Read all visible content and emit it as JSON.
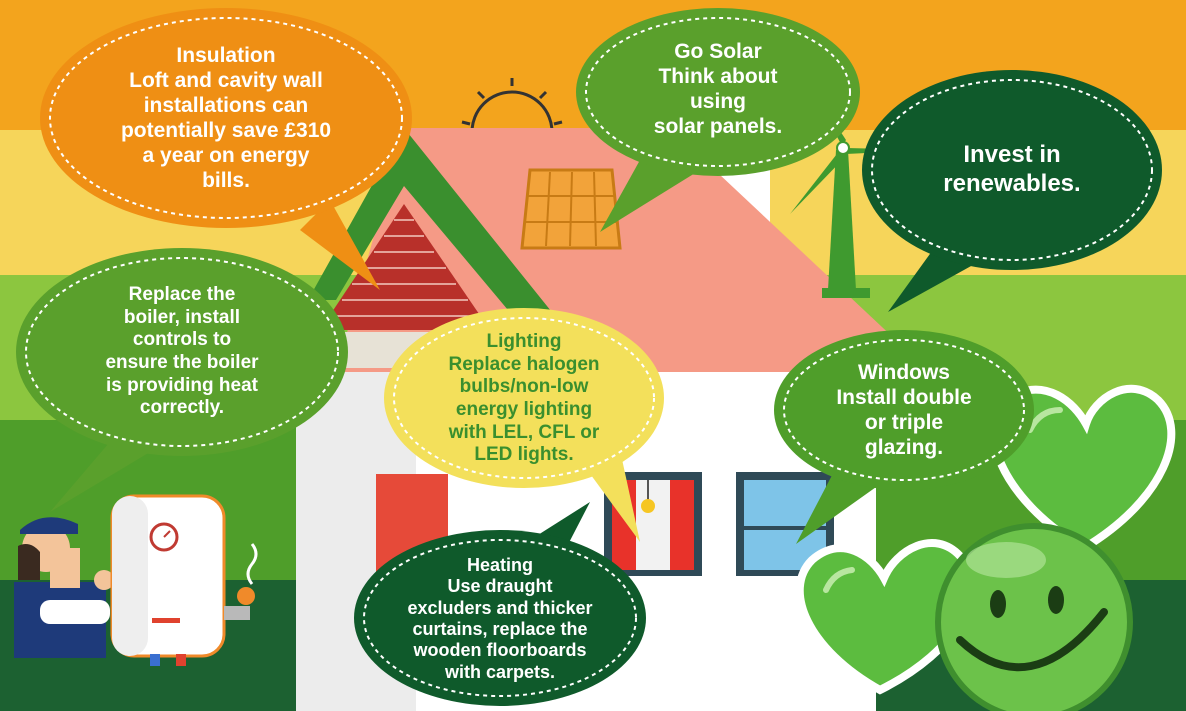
{
  "colors": {
    "band_orange": "#f3a41d",
    "band_yellow": "#f6d55a",
    "band_light_green": "#8cc63f",
    "band_mid_green": "#4f9e2a",
    "band_dark_green": "#1c6131",
    "bubble_orange": "#ef8f14",
    "bubble_yellow": "#f3e05b",
    "bubble_light_green": "#5aa02c",
    "bubble_dark_green": "#0f5a2b",
    "roof": "#f59a86",
    "walls": "#ffffff",
    "heart_green": "#5cbc3f"
  },
  "bubbles": {
    "insulation": {
      "text": "Insulation\nLoft and cavity wall\ninstallations can\npotentially save £310\na year on energy\nbills."
    },
    "solar": {
      "text": "Go Solar\nThink about\nusing\nsolar panels."
    },
    "renewables": {
      "text": "Invest in\nrenewables."
    },
    "boiler": {
      "text": "Replace the\nboiler, install\ncontrols to\nensure the boiler\nis providing heat\ncorrectly."
    },
    "lighting": {
      "text": "Lighting\nReplace halogen\nbulbs/non-low\nenergy lighting\nwith LEL, CFL or\nLED lights."
    },
    "windows": {
      "text": "Windows\nInstall double\nor triple\nglazing."
    },
    "heating": {
      "text": "Heating\nUse draught\nexcluders and thicker\ncurtains, replace the\nwooden floorboards\nwith carpets."
    }
  },
  "icons": [
    "sun-icon",
    "solar-panel-icon",
    "wind-turbine-icon",
    "brick-gable-icon",
    "water-heater-icon",
    "plumber-icon",
    "lamp-icon",
    "heart-icon",
    "smiley-icon",
    "steam-icon"
  ]
}
